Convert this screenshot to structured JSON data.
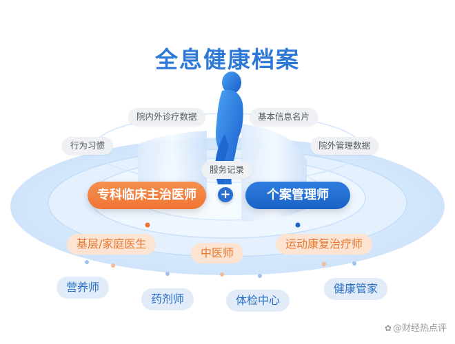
{
  "title": "全息健康档案",
  "top_tags": [
    "院内外诊疗数据",
    "基本信息名片",
    "行为习惯",
    "院外管理数据",
    "服务记录"
  ],
  "roles": {
    "primary_left": "专科临床主治医师",
    "connector": "+",
    "primary_right": "个案管理师"
  },
  "mid_tags": [
    "基层/家庭医生",
    "中医师",
    "运动康复治疗师"
  ],
  "bottom_tags": [
    "营养师",
    "药剂师",
    "体检中心",
    "健康管家"
  ],
  "watermark": "@财经热点评",
  "colors": {
    "title": "#2e78d8",
    "orange": "#ef7434",
    "blue": "#1a62c6",
    "peach_bg": "#fde3d2",
    "light_blue_bg": "#e2ecf9"
  }
}
